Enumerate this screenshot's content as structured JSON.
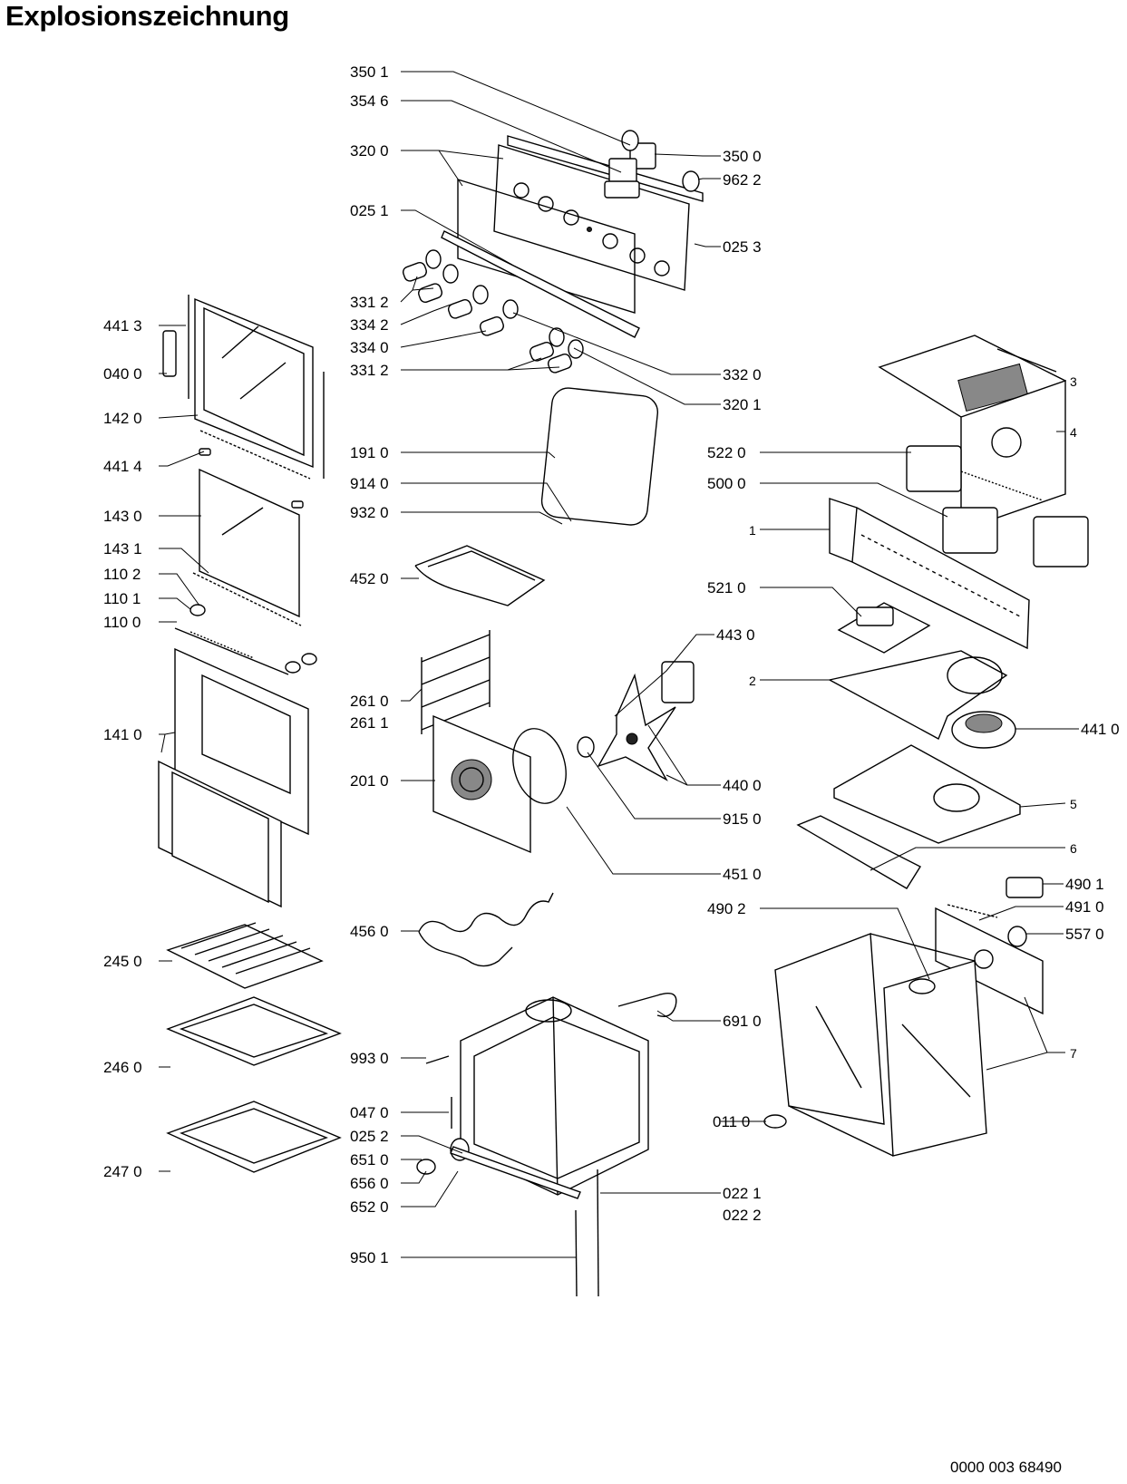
{
  "title": "Explosionszeichnung",
  "document_number": "0000 003 68490",
  "labels": [
    {
      "id": "350-1",
      "text": "350 1"
    },
    {
      "id": "354-6",
      "text": "354 6"
    },
    {
      "id": "320-0",
      "text": "320 0"
    },
    {
      "id": "350-0",
      "text": "350 0"
    },
    {
      "id": "962-2",
      "text": "962 2"
    },
    {
      "id": "025-1",
      "text": "025 1"
    },
    {
      "id": "025-3",
      "text": "025 3"
    },
    {
      "id": "331-2a",
      "text": "331 2"
    },
    {
      "id": "334-2",
      "text": "334 2"
    },
    {
      "id": "334-0",
      "text": "334 0"
    },
    {
      "id": "331-2b",
      "text": "331 2"
    },
    {
      "id": "332-0",
      "text": "332 0"
    },
    {
      "id": "320-1",
      "text": "320 1"
    },
    {
      "id": "441-3",
      "text": "441 3"
    },
    {
      "id": "040-0",
      "text": "040 0"
    },
    {
      "id": "142-0",
      "text": "142 0"
    },
    {
      "id": "441-4",
      "text": "441 4"
    },
    {
      "id": "143-0",
      "text": "143 0"
    },
    {
      "id": "143-1",
      "text": "143 1"
    },
    {
      "id": "110-2",
      "text": "110 2"
    },
    {
      "id": "110-1",
      "text": "110 1"
    },
    {
      "id": "110-0",
      "text": "110 0"
    },
    {
      "id": "141-0",
      "text": "141 0"
    },
    {
      "id": "191-0",
      "text": "191 0"
    },
    {
      "id": "914-0",
      "text": "914 0"
    },
    {
      "id": "932-0",
      "text": "932 0"
    },
    {
      "id": "452-0",
      "text": "452 0"
    },
    {
      "id": "261-0",
      "text": "261 0"
    },
    {
      "id": "261-1",
      "text": "261 1"
    },
    {
      "id": "201-0",
      "text": "201 0"
    },
    {
      "id": "443-0",
      "text": "443 0"
    },
    {
      "id": "440-0",
      "text": "440 0"
    },
    {
      "id": "915-0",
      "text": "915 0"
    },
    {
      "id": "451-0",
      "text": "451 0"
    },
    {
      "id": "456-0",
      "text": "456 0"
    },
    {
      "id": "245-0",
      "text": "245 0"
    },
    {
      "id": "246-0",
      "text": "246 0"
    },
    {
      "id": "247-0",
      "text": "247 0"
    },
    {
      "id": "993-0",
      "text": "993 0"
    },
    {
      "id": "047-0",
      "text": "047 0"
    },
    {
      "id": "025-2",
      "text": "025 2"
    },
    {
      "id": "651-0",
      "text": "651 0"
    },
    {
      "id": "656-0",
      "text": "656 0"
    },
    {
      "id": "652-0",
      "text": "652 0"
    },
    {
      "id": "950-1",
      "text": "950 1"
    },
    {
      "id": "691-0",
      "text": "691 0"
    },
    {
      "id": "011-0",
      "text": "011 0"
    },
    {
      "id": "022-1",
      "text": "022 1"
    },
    {
      "id": "022-2",
      "text": "022 2"
    },
    {
      "id": "3",
      "text": "3"
    },
    {
      "id": "4",
      "text": "4"
    },
    {
      "id": "522-0",
      "text": "522 0"
    },
    {
      "id": "500-0",
      "text": "500 0"
    },
    {
      "id": "1",
      "text": "1"
    },
    {
      "id": "521-0",
      "text": "521 0"
    },
    {
      "id": "2",
      "text": "2"
    },
    {
      "id": "441-0",
      "text": "441 0"
    },
    {
      "id": "5",
      "text": "5"
    },
    {
      "id": "6",
      "text": "6"
    },
    {
      "id": "490-1",
      "text": "490 1"
    },
    {
      "id": "490-2",
      "text": "490 2"
    },
    {
      "id": "491-0",
      "text": "491 0"
    },
    {
      "id": "557-0",
      "text": "557 0"
    },
    {
      "id": "7",
      "text": "7"
    }
  ]
}
